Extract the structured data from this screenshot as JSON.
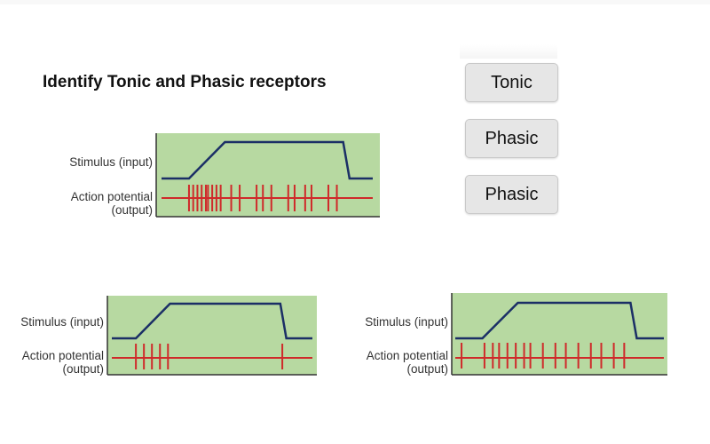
{
  "title": "Identify Tonic and Phasic receptors",
  "answers": [
    {
      "label": "Tonic"
    },
    {
      "label": "Phasic"
    },
    {
      "label": "Phasic"
    }
  ],
  "colors": {
    "panel_bg": "#b7d9a1",
    "stimulus_line": "#1b2f66",
    "action_potential": "#cf2a2a",
    "axis": "#333333"
  },
  "diagram_labels": {
    "stimulus": "Stimulus (input)",
    "action_potential_1": "Action potential",
    "action_potential_2": "(output)"
  },
  "chart_data": [
    {
      "type": "line",
      "name": "top-diagram",
      "title": "",
      "series": [
        {
          "name": "Stimulus (input)",
          "shape": "baseline-ramp-plateau-drop",
          "stimulus_on": 0.13,
          "plateau_start": 0.3,
          "plateau_end": 0.86,
          "stimulus_off": 0.89
        },
        {
          "name": "Action potential (output)",
          "spike_times": [
            0.13,
            0.15,
            0.17,
            0.19,
            0.21,
            0.22,
            0.24,
            0.26,
            0.28,
            0.33,
            0.37,
            0.45,
            0.48,
            0.52,
            0.6,
            0.63,
            0.68,
            0.71,
            0.79,
            0.83
          ],
          "spike_count": 20
        }
      ]
    },
    {
      "type": "line",
      "name": "bottom-left-diagram",
      "title": "",
      "series": [
        {
          "name": "Stimulus (input)",
          "shape": "baseline-ramp-plateau-drop",
          "stimulus_on": 0.12,
          "plateau_start": 0.29,
          "plateau_end": 0.84,
          "stimulus_off": 0.87
        },
        {
          "name": "Action potential (output)",
          "spike_times": [
            0.12,
            0.16,
            0.2,
            0.24,
            0.28,
            0.85
          ],
          "spike_count": 6
        }
      ]
    },
    {
      "type": "line",
      "name": "bottom-right-diagram",
      "title": "",
      "series": [
        {
          "name": "Stimulus (input)",
          "shape": "baseline-ramp-plateau-drop",
          "stimulus_on": 0.13,
          "plateau_start": 0.3,
          "plateau_end": 0.84,
          "stimulus_off": 0.87
        },
        {
          "name": "Action potential (output)",
          "spike_times": [
            0.03,
            0.14,
            0.18,
            0.21,
            0.25,
            0.29,
            0.33,
            0.36,
            0.42,
            0.48,
            0.53,
            0.59,
            0.65,
            0.7,
            0.76,
            0.81
          ],
          "spike_count": 16
        }
      ]
    }
  ]
}
